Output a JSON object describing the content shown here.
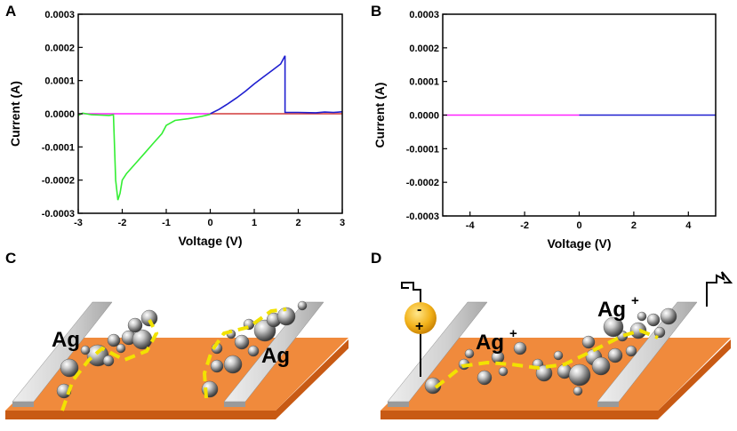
{
  "chart_data": [
    {
      "panel": "A",
      "type": "line",
      "xlabel": "Voltage (V)",
      "ylabel": "Current (A)",
      "xlim": [
        -3,
        3
      ],
      "ylim": [
        -0.0003,
        0.0003
      ],
      "xticks": [
        -3,
        -2,
        -1,
        0,
        1,
        2,
        3
      ],
      "xtick_labels": [
        "-3",
        "-2",
        "-1",
        "0",
        "1",
        "2",
        "3"
      ],
      "yticks": [
        0.0003,
        0.0002,
        0.0001,
        0,
        -0.0001,
        -0.0002,
        -0.0003
      ],
      "ytick_labels": [
        "0.0003",
        "0.0002",
        "0.0001",
        "0.0000",
        "-0.0001",
        "-0.0002",
        "-0.0003"
      ],
      "grid": false,
      "series": [
        {
          "color": "#d23a3a",
          "x": [
            0,
            3
          ],
          "y": [
            0,
            0
          ]
        },
        {
          "color": "#1f1fd0",
          "x": [
            0,
            0.2,
            0.4,
            0.6,
            0.8,
            1.0,
            1.2,
            1.4,
            1.6,
            1.7,
            1.7,
            2.0,
            2.4,
            2.6,
            2.8,
            3.0
          ],
          "y": [
            0,
            1.3e-05,
            3e-05,
            4.8e-05,
            6.8e-05,
            9e-05,
            0.00011,
            0.00013,
            0.00015,
            0.000175,
            4e-06,
            4e-06,
            3e-06,
            5e-06,
            4e-06,
            6e-06
          ]
        },
        {
          "color": "#ff22ff",
          "x": [
            -3,
            0
          ],
          "y": [
            0,
            0
          ]
        },
        {
          "color": "#33ee33",
          "x": [
            0,
            -0.2,
            -0.5,
            -0.8,
            -1.0,
            -1.1,
            -1.3,
            -1.5,
            -1.7,
            -1.9,
            -2.0,
            -2.05,
            -2.1,
            -2.15,
            -2.2,
            -2.3,
            -2.5,
            -2.7,
            -2.9,
            -3.0
          ],
          "y": [
            -2e-06,
            -8e-06,
            -1.5e-05,
            -2e-05,
            -3.5e-05,
            -6e-05,
            -9e-05,
            -0.00012,
            -0.00015,
            -0.00018,
            -0.0002,
            -0.00024,
            -0.00026,
            -0.0002,
            -3e-06,
            -5e-06,
            -4e-06,
            -3e-06,
            2e-06,
            -5e-06
          ]
        }
      ]
    },
    {
      "panel": "B",
      "type": "line",
      "xlabel": "Voltage (V)",
      "ylabel": "Current (A)",
      "xlim": [
        -5,
        5
      ],
      "ylim": [
        -0.0003,
        0.0003
      ],
      "xticks": [
        -4,
        -2,
        0,
        2,
        4
      ],
      "xtick_labels": [
        "-4",
        "-2",
        "0",
        "2",
        "4"
      ],
      "yticks": [
        0.0003,
        0.0002,
        0.0001,
        0,
        -0.0001,
        -0.0002,
        -0.0003
      ],
      "ytick_labels": [
        "0.0003",
        "0.0002",
        "0.0001",
        "0.0000",
        "-0.0001",
        "-0.0002",
        "-0.0003"
      ],
      "grid": false,
      "series": [
        {
          "color": "#ff22ff",
          "x": [
            -5,
            0
          ],
          "y": [
            0,
            0
          ]
        },
        {
          "color": "#1f1fd0",
          "x": [
            0,
            5
          ],
          "y": [
            0,
            0
          ]
        }
      ]
    }
  ],
  "panels": {
    "a_letter": "A",
    "b_letter": "B",
    "c_letter": "C",
    "d_letter": "D"
  },
  "schematic_c": {
    "ag_left": "Ag",
    "ag_right": "Ag"
  },
  "schematic_d": {
    "ag_ion_left": "Ag",
    "ag_ion_right": "Ag",
    "ion_sup": "+",
    "battery_minus": "-",
    "battery_plus": "+"
  },
  "colors": {
    "substrate_top": "#f08a3c",
    "substrate_side": "#c85a14",
    "electrode": "#c8c8c8",
    "filament": "#f2e200",
    "battery": "#f2b21a"
  }
}
